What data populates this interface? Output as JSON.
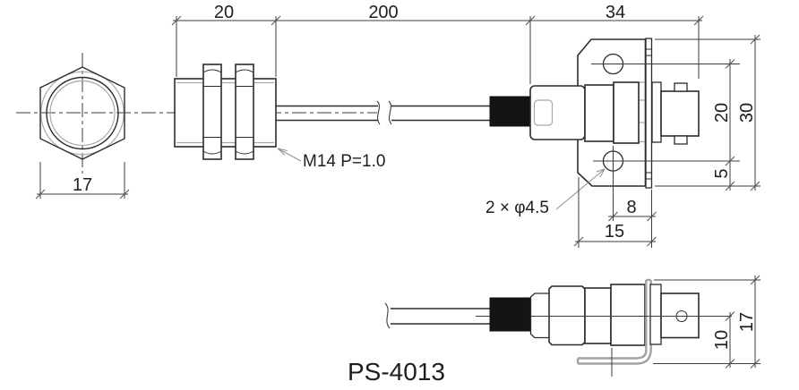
{
  "part_number": "PS-4013",
  "views": {
    "front": {
      "dim_across_flats": "17"
    },
    "side": {
      "dim_thread_length": "20",
      "dim_cable_length": "200",
      "thread_spec": "M14 P=1.0"
    },
    "connector_top": {
      "dim_length": "34",
      "dim_hole_pitch": "20",
      "dim_bracket_height": "30",
      "dim_hole_to_bottom": "5",
      "dim_hole_to_edge": "8",
      "dim_bracket_width": "15",
      "holes_note": "2 × φ4.5"
    },
    "connector_bottom": {
      "dim_axis_to_foot": "10",
      "dim_overall_height": "17"
    }
  },
  "colors": {
    "line": "#2b2b2b",
    "gray_line": "#a8a8a8",
    "boot_fill": "#141414",
    "background": "#ffffff"
  }
}
